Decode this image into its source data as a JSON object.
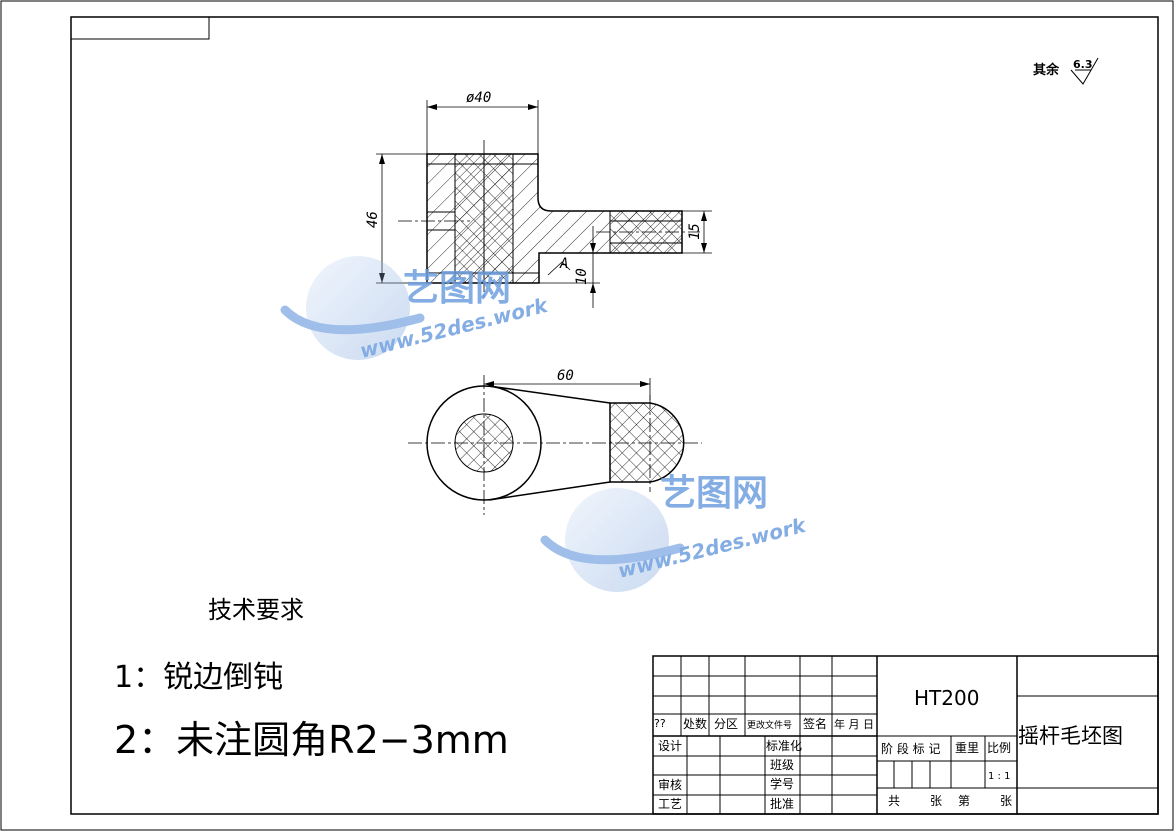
{
  "roughness": {
    "prefix": "其余",
    "value": "6.3"
  },
  "dimensions": {
    "diameter": "ø40",
    "height": "46",
    "arm_thickness": "15",
    "rib": "10",
    "section_label": "A",
    "center_distance": "60"
  },
  "tech_requirements": {
    "title": "技术要求",
    "item1": "1：锐边倒钝",
    "item2": "2：未注圆角R2−3mm"
  },
  "watermark": {
    "logo_text": "艺图网",
    "url": "www.52des.work"
  },
  "title_block": {
    "material": "HT200",
    "drawing_name": "摇杆毛坯图",
    "rev_cols": [
      "??",
      "处数",
      "分区",
      "更改文件号",
      "签名",
      "年 月 日"
    ],
    "left_rows": [
      "设计",
      "审核",
      "工艺"
    ],
    "mid_rows": [
      "标准化",
      "班级",
      "学号",
      "批准"
    ],
    "stage_header": "阶 段 标 记",
    "weight_header": "重里",
    "scale_header": "比例",
    "scale_value": "1 : 1",
    "sheet_labels": [
      "共",
      "张",
      "第",
      "张"
    ]
  },
  "colors": {
    "line": "#000000",
    "watermark": "#5b8fd6"
  }
}
